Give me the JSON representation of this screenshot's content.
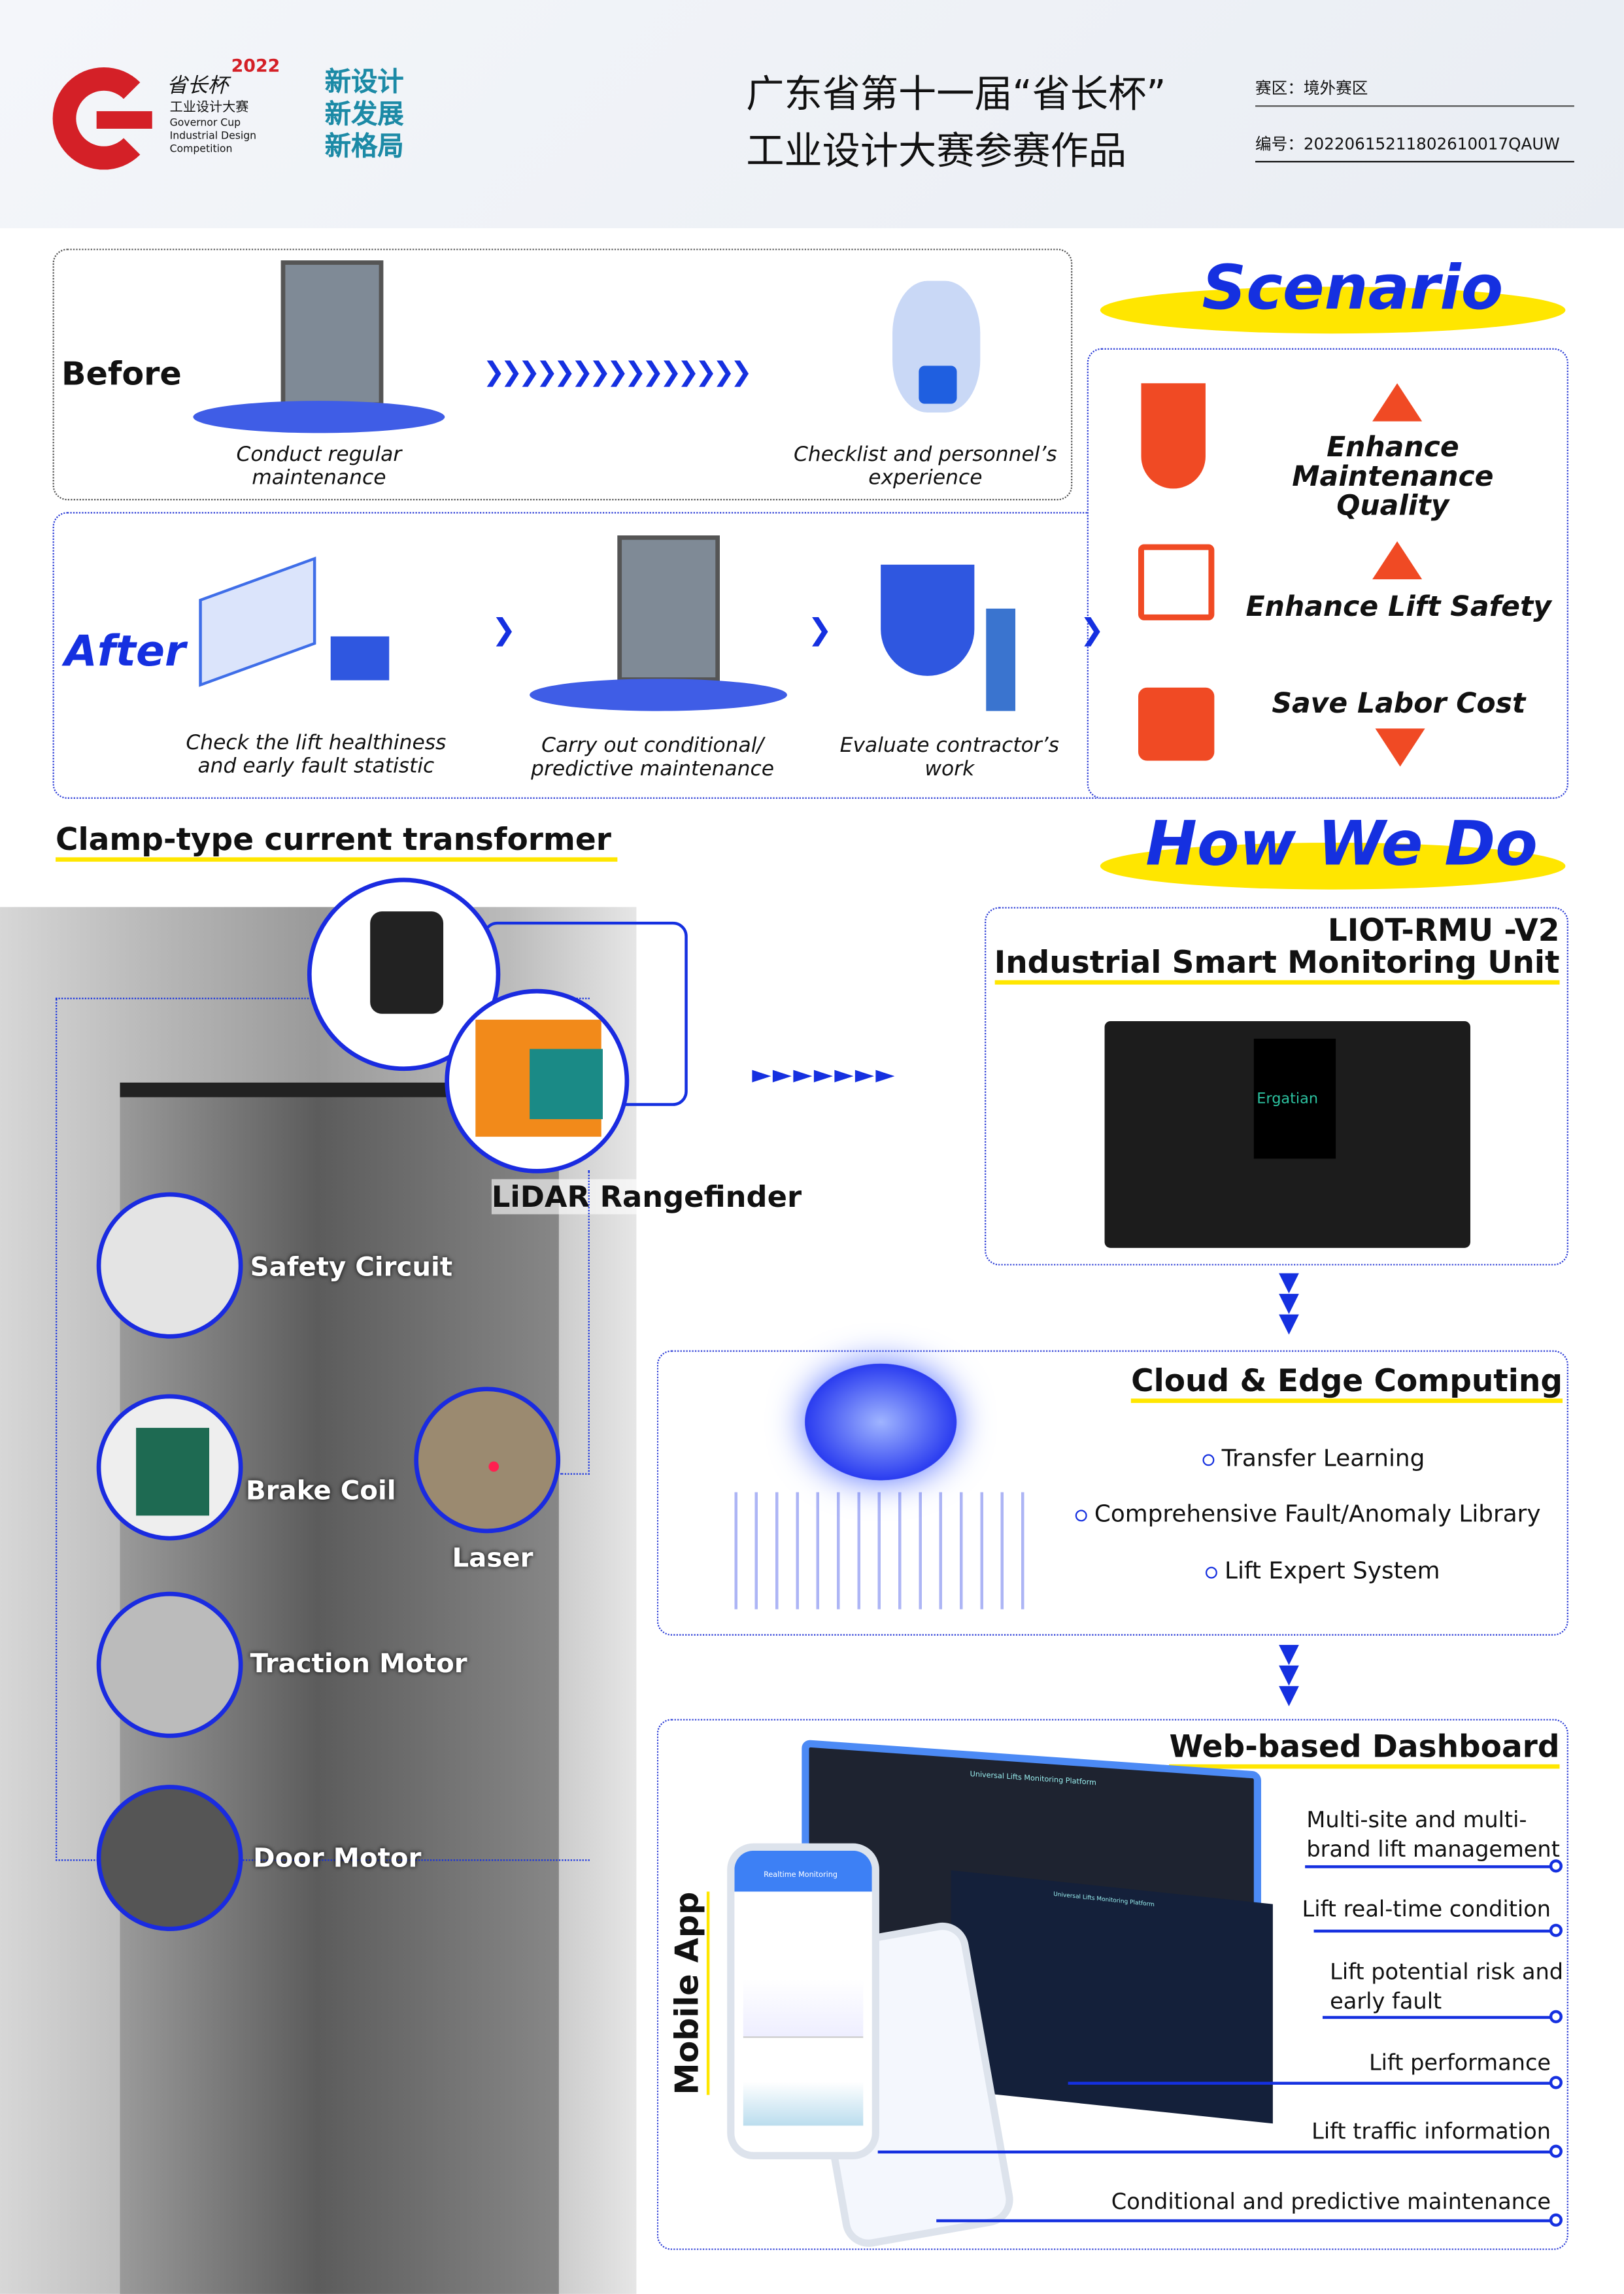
{
  "header": {
    "logo_year": "2022",
    "logo_cn": "省长杯",
    "logo_cn_sub": "工业设计大赛",
    "logo_en": [
      "Governor Cup",
      "Industrial Design",
      "Competition"
    ],
    "slogan": [
      "新设计",
      "新发展",
      "新格局"
    ],
    "title_line1": "广东省第十一届“省长杯”",
    "title_line2": "工业设计大赛参赛作品",
    "region": "赛区：境外赛区",
    "serial": "编号：20220615211802610017QAUW"
  },
  "before": {
    "title": "Before",
    "step1": "Conduct regular maintenance",
    "step2": "Checklist and personnel’s experience",
    "arrows": "❯❯❯❯❯❯❯❯❯❯❯❯❯❯❯"
  },
  "after": {
    "title": "After",
    "step1": "Check the lift healthiness and early fault statistic",
    "step2": "Carry out conditional/ predictive maintenance",
    "step3": "Evaluate contractor’s work",
    "arrow": "❯"
  },
  "scenario": {
    "title": "Scenario",
    "items": [
      "Enhance Maintenance Quality",
      "Enhance Lift Safety",
      "Save Labor Cost"
    ]
  },
  "howwedo": {
    "title": "How We Do"
  },
  "sensors": {
    "title": "Clamp-type current transformer",
    "lidar": "LiDAR Rangefinder",
    "laser": "Laser",
    "parts": [
      "Safety Circuit",
      "Brake Coil",
      "Traction Motor",
      "Door Motor"
    ],
    "arrows": "►►►►►►►"
  },
  "unit": {
    "model": "LIOT-RMU -V2",
    "name": "Industrial Smart Monitoring Unit",
    "brand": "Ergatian"
  },
  "cloud": {
    "title": "Cloud & Edge Computing",
    "items": [
      "Transfer Learning",
      "Comprehensive Fault/Anomaly Library",
      "Lift Expert System"
    ]
  },
  "dashboard": {
    "title": "Web-based Dashboard",
    "mobile": "Mobile App",
    "platform": "Universal Lifts Monitoring Platform",
    "app_header": "Realtime Monitoring",
    "features": [
      "Multi-site and multi-brand lift management",
      "Lift real-time condition",
      "Lift potential risk and early fault",
      "Lift performance",
      "Lift traffic information",
      "Conditional and predictive maintenance"
    ]
  },
  "colors": {
    "accent": "#1530e0",
    "highlight": "#ffe600",
    "logo_red": "#d42027",
    "slogan_teal": "#1c8aa6",
    "scenario_icon": "#f04a24"
  }
}
